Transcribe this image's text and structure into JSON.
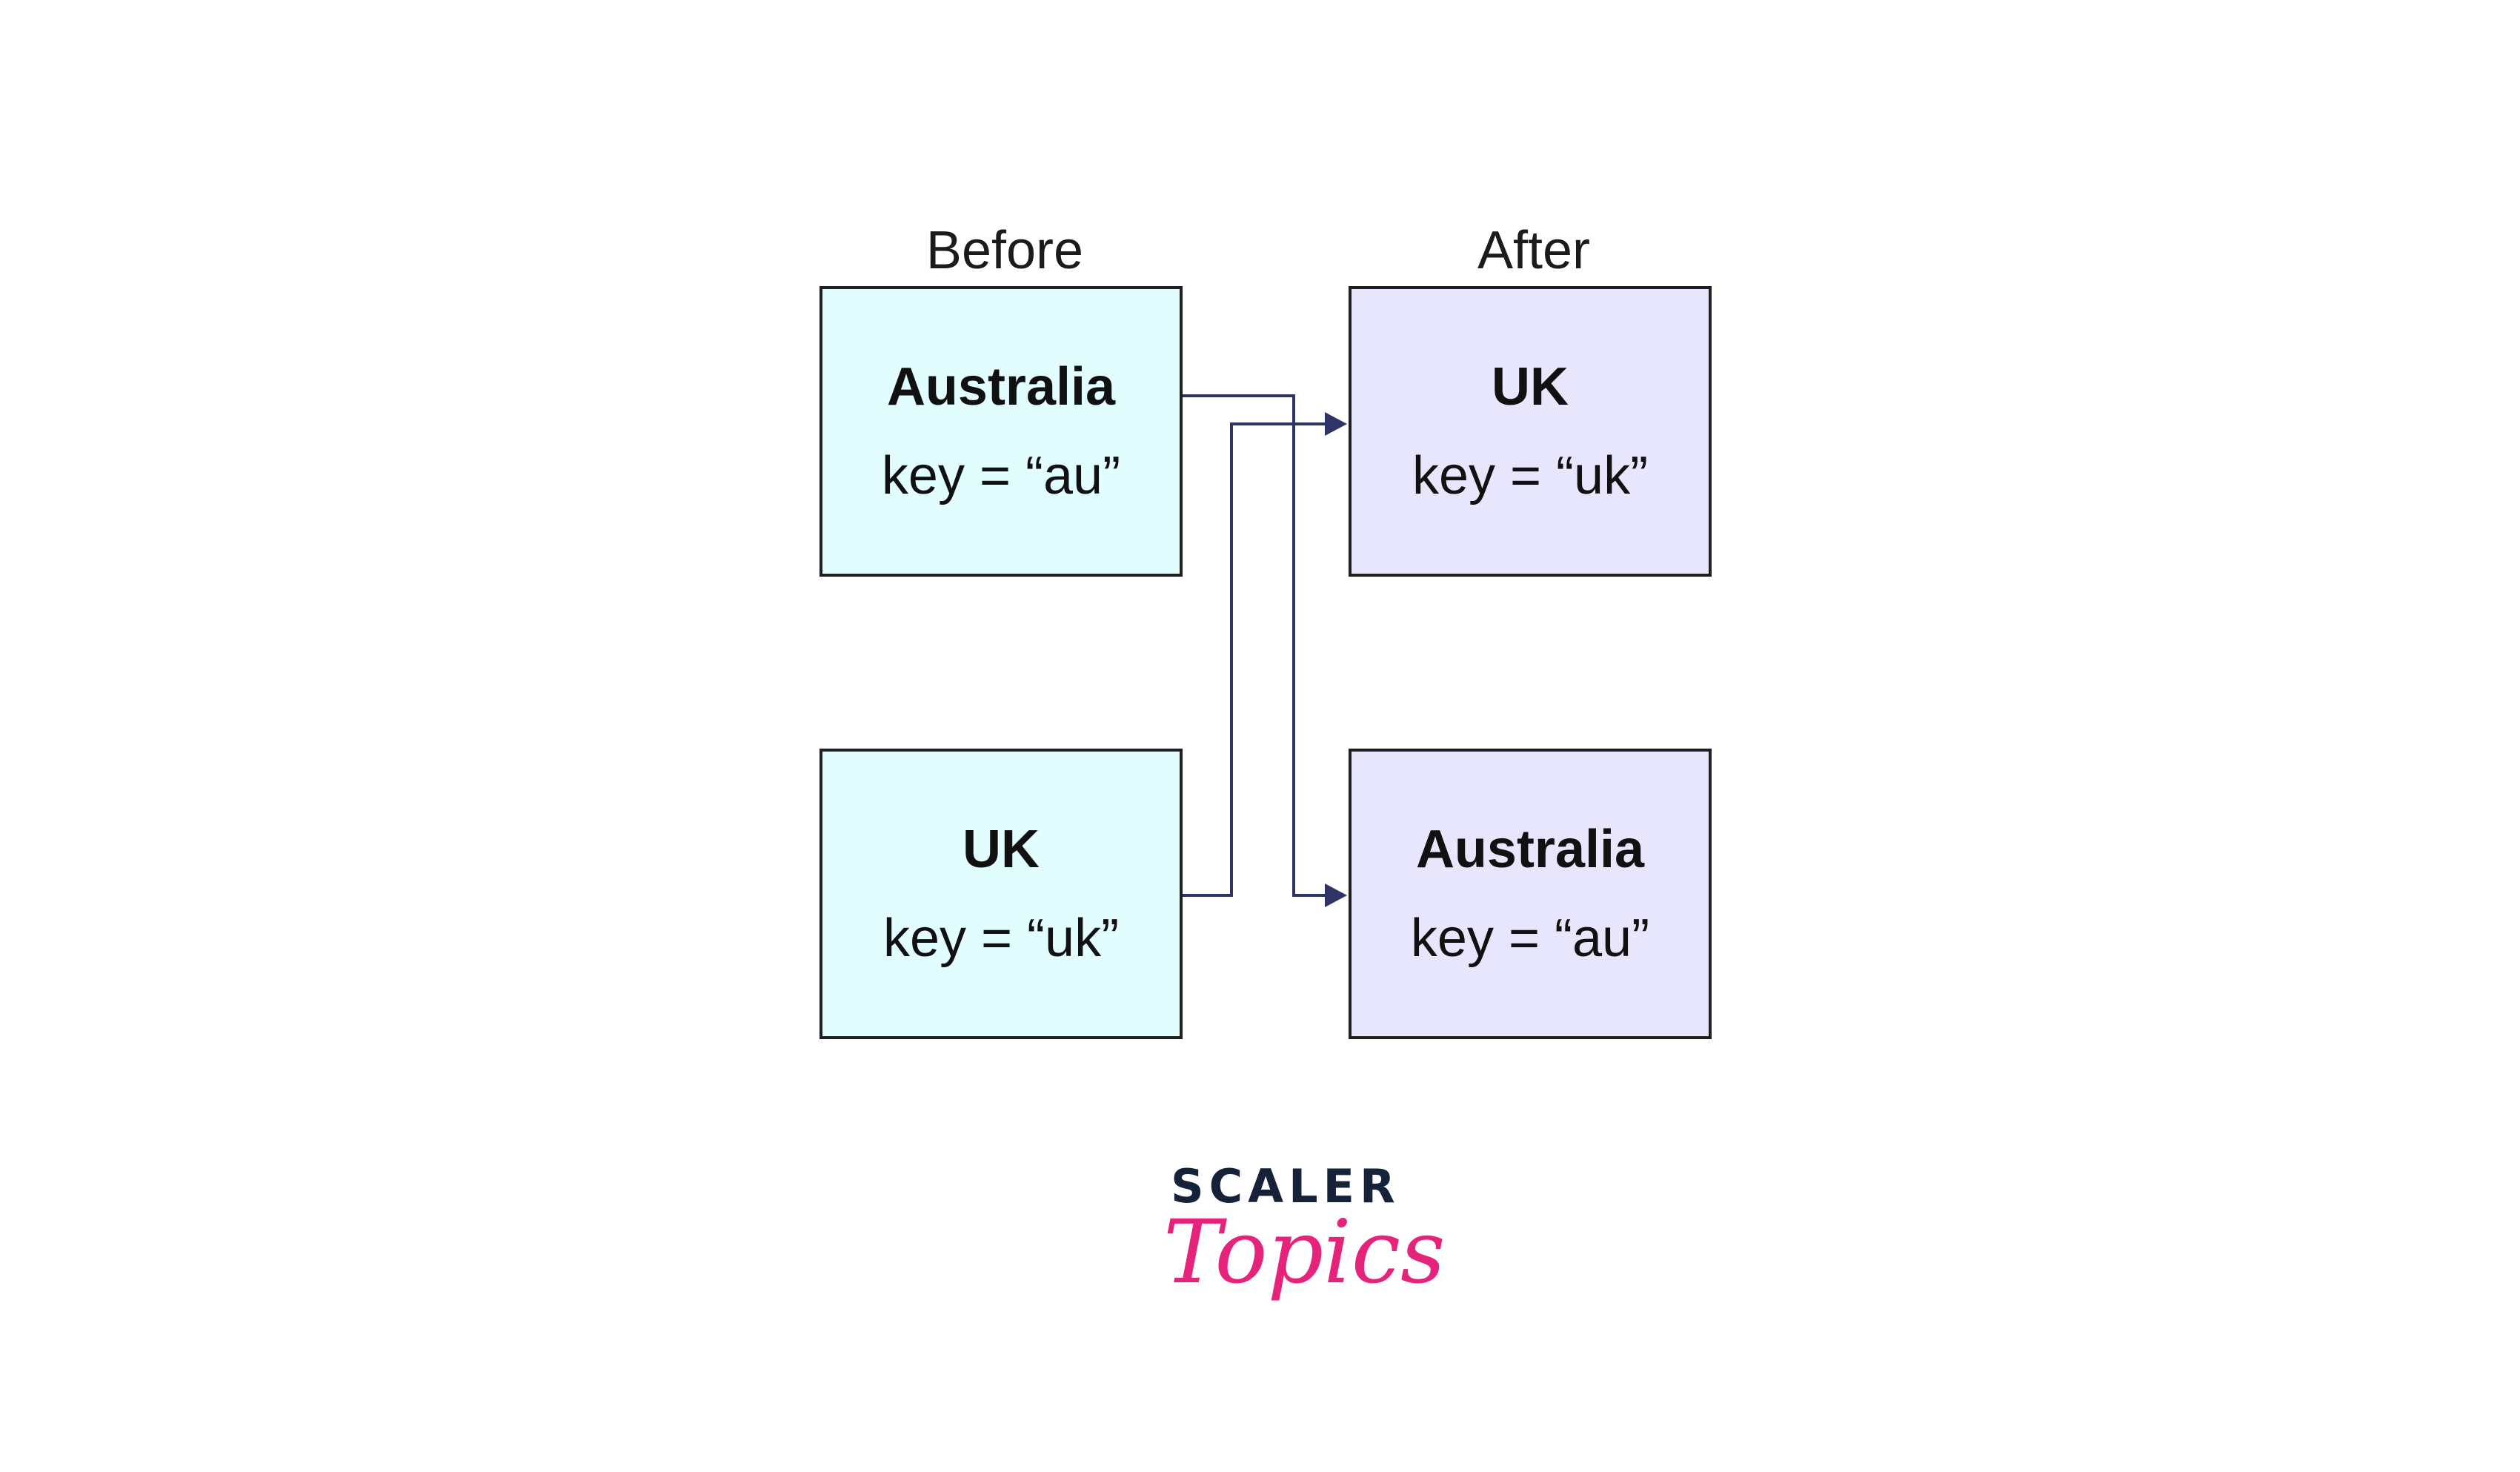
{
  "headings": {
    "before": "Before",
    "after": "After"
  },
  "before_boxes": [
    {
      "name": "Australia",
      "key": "key = “au”"
    },
    {
      "name": "UK",
      "key": "key = “uk”"
    }
  ],
  "after_boxes": [
    {
      "name": "UK",
      "key": "key = “uk”"
    },
    {
      "name": "Australia",
      "key": "key = “au”"
    }
  ],
  "logo": {
    "line1": "SCALER",
    "line2": "Topics"
  },
  "colors": {
    "before_fill": "#e2fdfd",
    "after_fill": "#e8e6fd",
    "border": "#1f1f1f",
    "connector": "#2e3566",
    "logo_dark": "#16213a",
    "logo_pink": "#e6237a"
  }
}
